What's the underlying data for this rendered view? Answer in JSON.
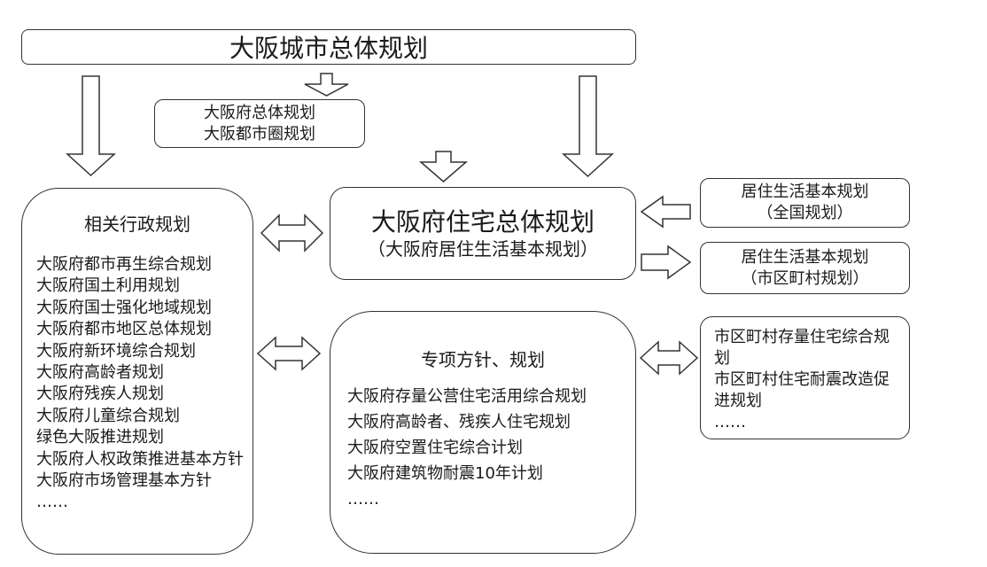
{
  "top": {
    "title": "大阪城市总体规划"
  },
  "prefecture": {
    "line1": "大阪府总体规划",
    "line2": "大阪都市圈规划"
  },
  "admin": {
    "title": "相关行政规划",
    "items": [
      "大阪府都市再生综合规划",
      "大阪府国土利用规划",
      "大阪府国士强化地域规划",
      "大阪府都市地区总体规划",
      "大阪府新环境综合规划",
      "大阪府高龄者规划",
      "大阪府残疾人规划",
      "大阪府儿童综合规划",
      "绿色大阪推进规划",
      "大阪府人权政策推进基本方针大阪府市场管理基本方针",
      "……"
    ]
  },
  "main": {
    "title": "大阪府住宅总体规划",
    "subtitle": "（大阪府居住生活基本规划）"
  },
  "special": {
    "title": "专项方针、规划",
    "items": [
      "大阪府存量公营住宅活用综合规划",
      "大阪府高龄者、残疾人住宅规划",
      "大阪府空置住宅综合计划",
      "大阪府建筑物耐震10年计划",
      "……"
    ]
  },
  "right": {
    "national": {
      "line1": "居住生活基本规划",
      "line2": "（全国规划）"
    },
    "municipal": {
      "line1": "居住生活基本规划",
      "line2": "（市区町村规划）"
    },
    "list": {
      "items": [
        "市区町村存量住宅综合规划",
        "市区町村住宅耐震改造促进规划",
        "……"
      ]
    }
  }
}
